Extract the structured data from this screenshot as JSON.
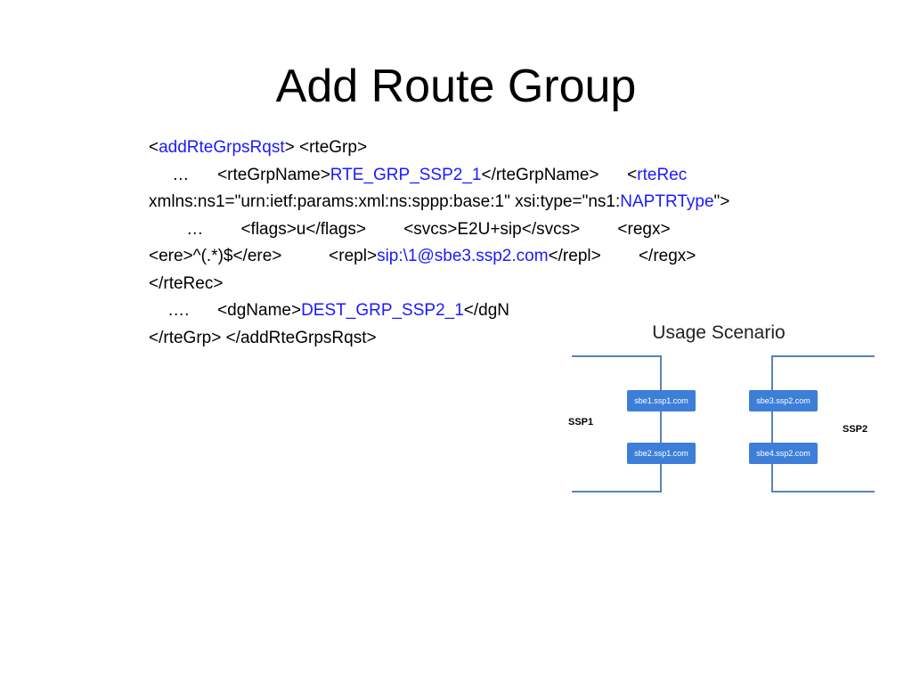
{
  "slide": {
    "title": "Add Route Group"
  },
  "code": {
    "l1_a": "<",
    "l1_b": "addRteGrpsRqst",
    "l1_c": ">    <rteGrp>",
    "l2_a": "     …      <rteGrpName>",
    "l2_b": "RTE_GRP_SSP2_1",
    "l2_c": "</rteGrpName>      <",
    "l2_d": "rteRec",
    "l3_a": "xmlns:ns1=\"urn:ietf:params:xml:ns:sppp:base:1\" xsi:type=\"ns1:",
    "l3_b": "NAPTRType",
    "l3_c": "\">",
    "l4": "        …        <flags>u</flags>        <svcs>E2U+sip</svcs>        <regx>",
    "l5_a": "<ere>^(.*)$</ere>          <repl>",
    "l5_b": "sip:\\1@sbe3.ssp2.com",
    "l5_c": "</repl>        </regx>",
    "l6": "</rteRec>",
    "l7_a": "    ….      <dgName>",
    "l7_b": "DEST_GRP_SSP2_1",
    "l7_c": "</dgN",
    "l8": "</rteGrp>  </addRteGrpsRqst>"
  },
  "diagram": {
    "title": "Usage Scenario",
    "left_label": "SSP1",
    "right_label": "SSP2",
    "boxes": {
      "top_left": "sbe1.ssp1.com",
      "bottom_left": "sbe2.ssp1.com",
      "top_right": "sbe3.ssp2.com",
      "bottom_right": "sbe4.ssp2.com"
    },
    "colors": {
      "box": "#3d7fd8",
      "line": "#5b83b5",
      "link_text": "#1a1aff"
    }
  }
}
